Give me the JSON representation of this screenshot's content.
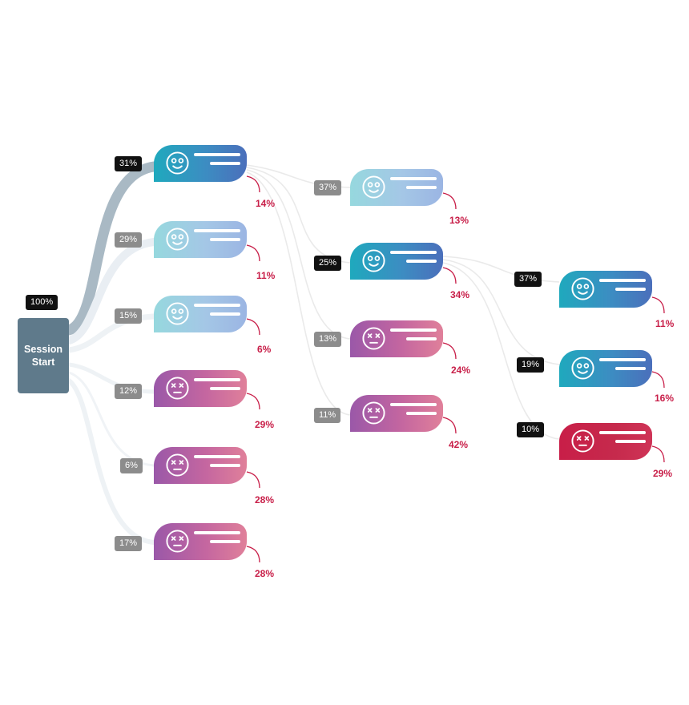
{
  "root": {
    "label_line1": "Session",
    "label_line2": "Start",
    "share": "100%"
  },
  "colors": {
    "teal": "#2a9cc0",
    "light_teal": "#9cd3e1",
    "purple": "#b863a2",
    "red": "#c81e48",
    "dark_badge": "#111111",
    "grey_badge": "#8c8c8c",
    "exit_text": "#c81e48"
  },
  "nodes": [
    {
      "id": "l1-a",
      "share": "31%",
      "exit": "14%",
      "mood": "happy",
      "style": "teal"
    },
    {
      "id": "l1-b",
      "share": "29%",
      "exit": "11%",
      "mood": "happy",
      "style": "light"
    },
    {
      "id": "l1-c",
      "share": "15%",
      "exit": "6%",
      "mood": "happy",
      "style": "light"
    },
    {
      "id": "l1-d",
      "share": "12%",
      "exit": "29%",
      "mood": "sad",
      "style": "purple"
    },
    {
      "id": "l1-e",
      "share": "6%",
      "exit": "28%",
      "mood": "sad",
      "style": "purple"
    },
    {
      "id": "l1-f",
      "share": "17%",
      "exit": "28%",
      "mood": "sad",
      "style": "purple"
    },
    {
      "id": "l2-a",
      "share": "37%",
      "exit": "13%",
      "mood": "happy",
      "style": "light"
    },
    {
      "id": "l2-b",
      "share": "25%",
      "exit": "34%",
      "mood": "happy",
      "style": "teal"
    },
    {
      "id": "l2-c",
      "share": "13%",
      "exit": "24%",
      "mood": "sad",
      "style": "purple"
    },
    {
      "id": "l2-d",
      "share": "11%",
      "exit": "42%",
      "mood": "sad",
      "style": "purple"
    },
    {
      "id": "l3-a",
      "share": "37%",
      "exit": "11%",
      "mood": "happy",
      "style": "teal"
    },
    {
      "id": "l3-b",
      "share": "19%",
      "exit": "16%",
      "mood": "happy",
      "style": "teal"
    },
    {
      "id": "l3-c",
      "share": "10%",
      "exit": "29%",
      "mood": "sad",
      "style": "red"
    }
  ]
}
